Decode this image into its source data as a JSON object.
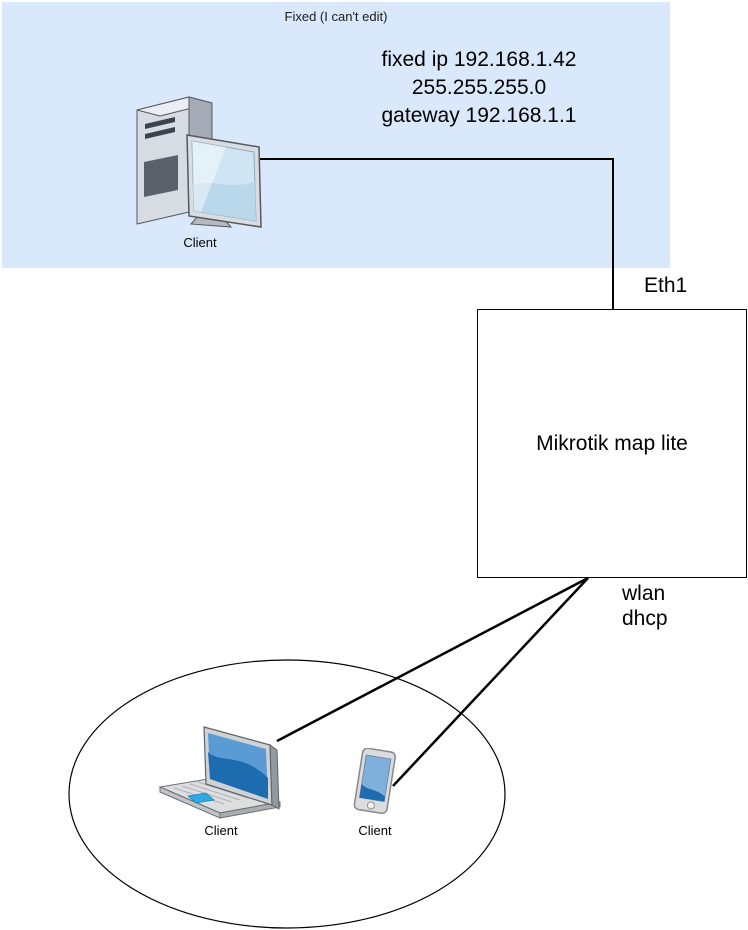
{
  "fixed_zone": {
    "title": "Fixed (I can't edit)"
  },
  "ip_note": {
    "lines": [
      "fixed ip 192.168.1.42",
      "255.255.255.0",
      "gateway 192.168.1.1"
    ]
  },
  "router": {
    "label": "Mikrotik map lite",
    "port_eth": "Eth1",
    "port_wlan_lines": [
      "wlan",
      "dhcp"
    ]
  },
  "devices": {
    "desktop": {
      "label": "Client",
      "icon": "desktop-computer-icon"
    },
    "laptop": {
      "label": "Client",
      "icon": "laptop-icon"
    },
    "phone": {
      "label": "Client",
      "icon": "smartphone-icon"
    }
  },
  "colors": {
    "fixed_zone_fill": "#dae8fc",
    "connector": "#000000",
    "screen_blue_dark": "#1e6cb0",
    "screen_blue_light": "#5b9bd5",
    "monitor_screen": "#cfe5f4",
    "trackpad_cyan": "#2fa8e1"
  }
}
